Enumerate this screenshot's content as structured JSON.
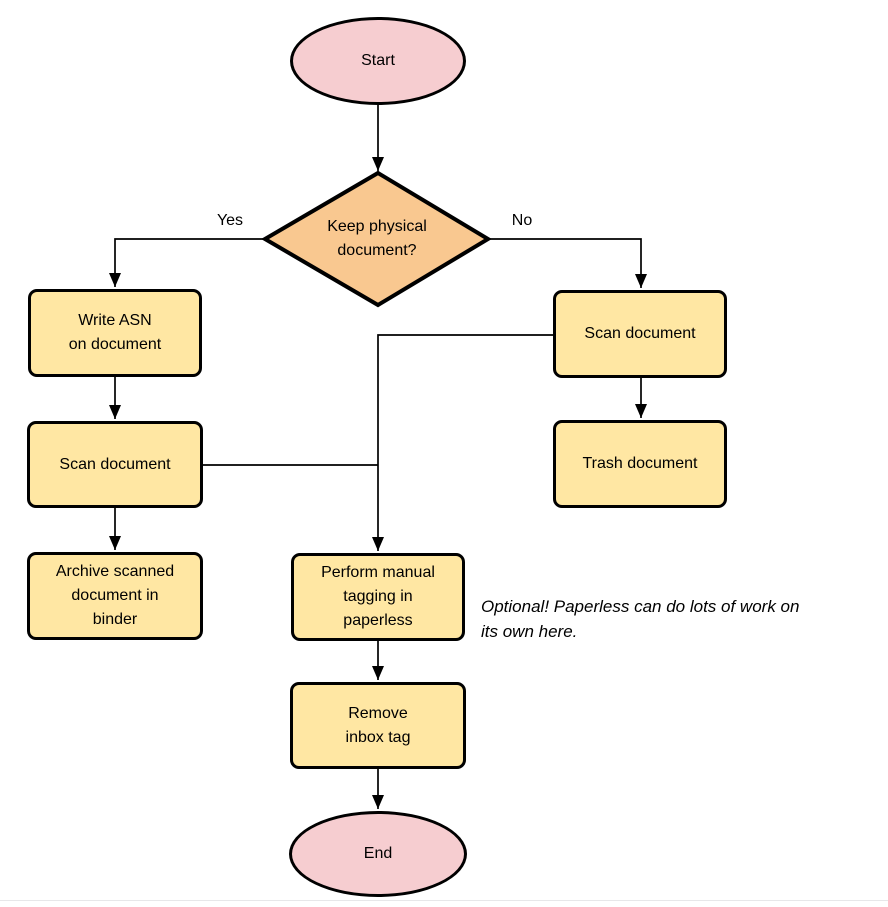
{
  "colors": {
    "terminal_fill": "#f6cdd0",
    "decision_fill": "#f9c890",
    "process_fill": "#ffe7a3",
    "stroke": "#000000"
  },
  "nodes": {
    "start": {
      "label": "Start"
    },
    "decision": {
      "label": "Keep physical\ndocument?"
    },
    "write_asn": {
      "label": "Write ASN\non document"
    },
    "scan_left": {
      "label": "Scan document"
    },
    "archive": {
      "label": "Archive scanned\ndocument in\nbinder"
    },
    "scan_right": {
      "label": "Scan document"
    },
    "trash": {
      "label": "Trash document"
    },
    "tagging": {
      "label": "Perform manual\ntagging in\npaperless"
    },
    "remove_inbox": {
      "label": "Remove\ninbox tag"
    },
    "end": {
      "label": "End"
    }
  },
  "edge_labels": {
    "yes": "Yes",
    "no": "No"
  },
  "note": {
    "text": "Optional! Paperless can do lots of work on\nits own here."
  }
}
